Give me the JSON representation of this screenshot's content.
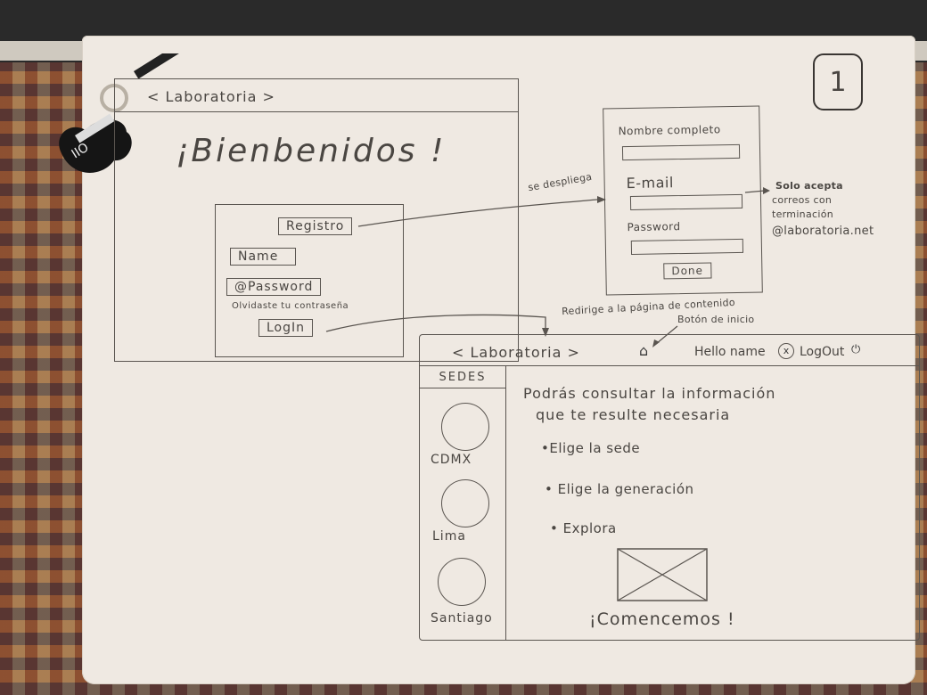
{
  "sheet": {
    "page_number": "1"
  },
  "welcome_screen": {
    "brand": "< Laboratoria >",
    "title": "¡Bienbenidos !",
    "register_button": "Registro",
    "name_field": "Name",
    "password_field": "@Password",
    "forgot_password": "Olvidaste tu contraseña",
    "login_button": "LogIn"
  },
  "register_form": {
    "full_name_label": "Nombre completo",
    "email_label": "E-mail",
    "password_label": "Password",
    "done_button": "Done"
  },
  "annotations": {
    "deploys": "se despliega",
    "email_rule_line1": "Solo acepta",
    "email_rule_line2": "correos con",
    "email_rule_line3": "terminación",
    "email_rule_line4": "@laboratoria.net",
    "redirect_line1": "Redirige a la página de contenido",
    "redirect_line2": "Botón de inicio"
  },
  "main_screen": {
    "brand": "< Laboratoria >",
    "home_icon": "home-icon",
    "greeting": "Hello name",
    "logout": "LogOut",
    "sidebar_title": "SEDES",
    "sedes": [
      "CDMX",
      "Lima",
      "Santiago"
    ],
    "intro_line1": "Podrás consultar la información",
    "intro_line2": "que te resulte necesaria",
    "steps": [
      "•Elige la sede",
      "• Elige la generación",
      "• Explora"
    ],
    "call_to_action": "¡Comencemos !"
  }
}
